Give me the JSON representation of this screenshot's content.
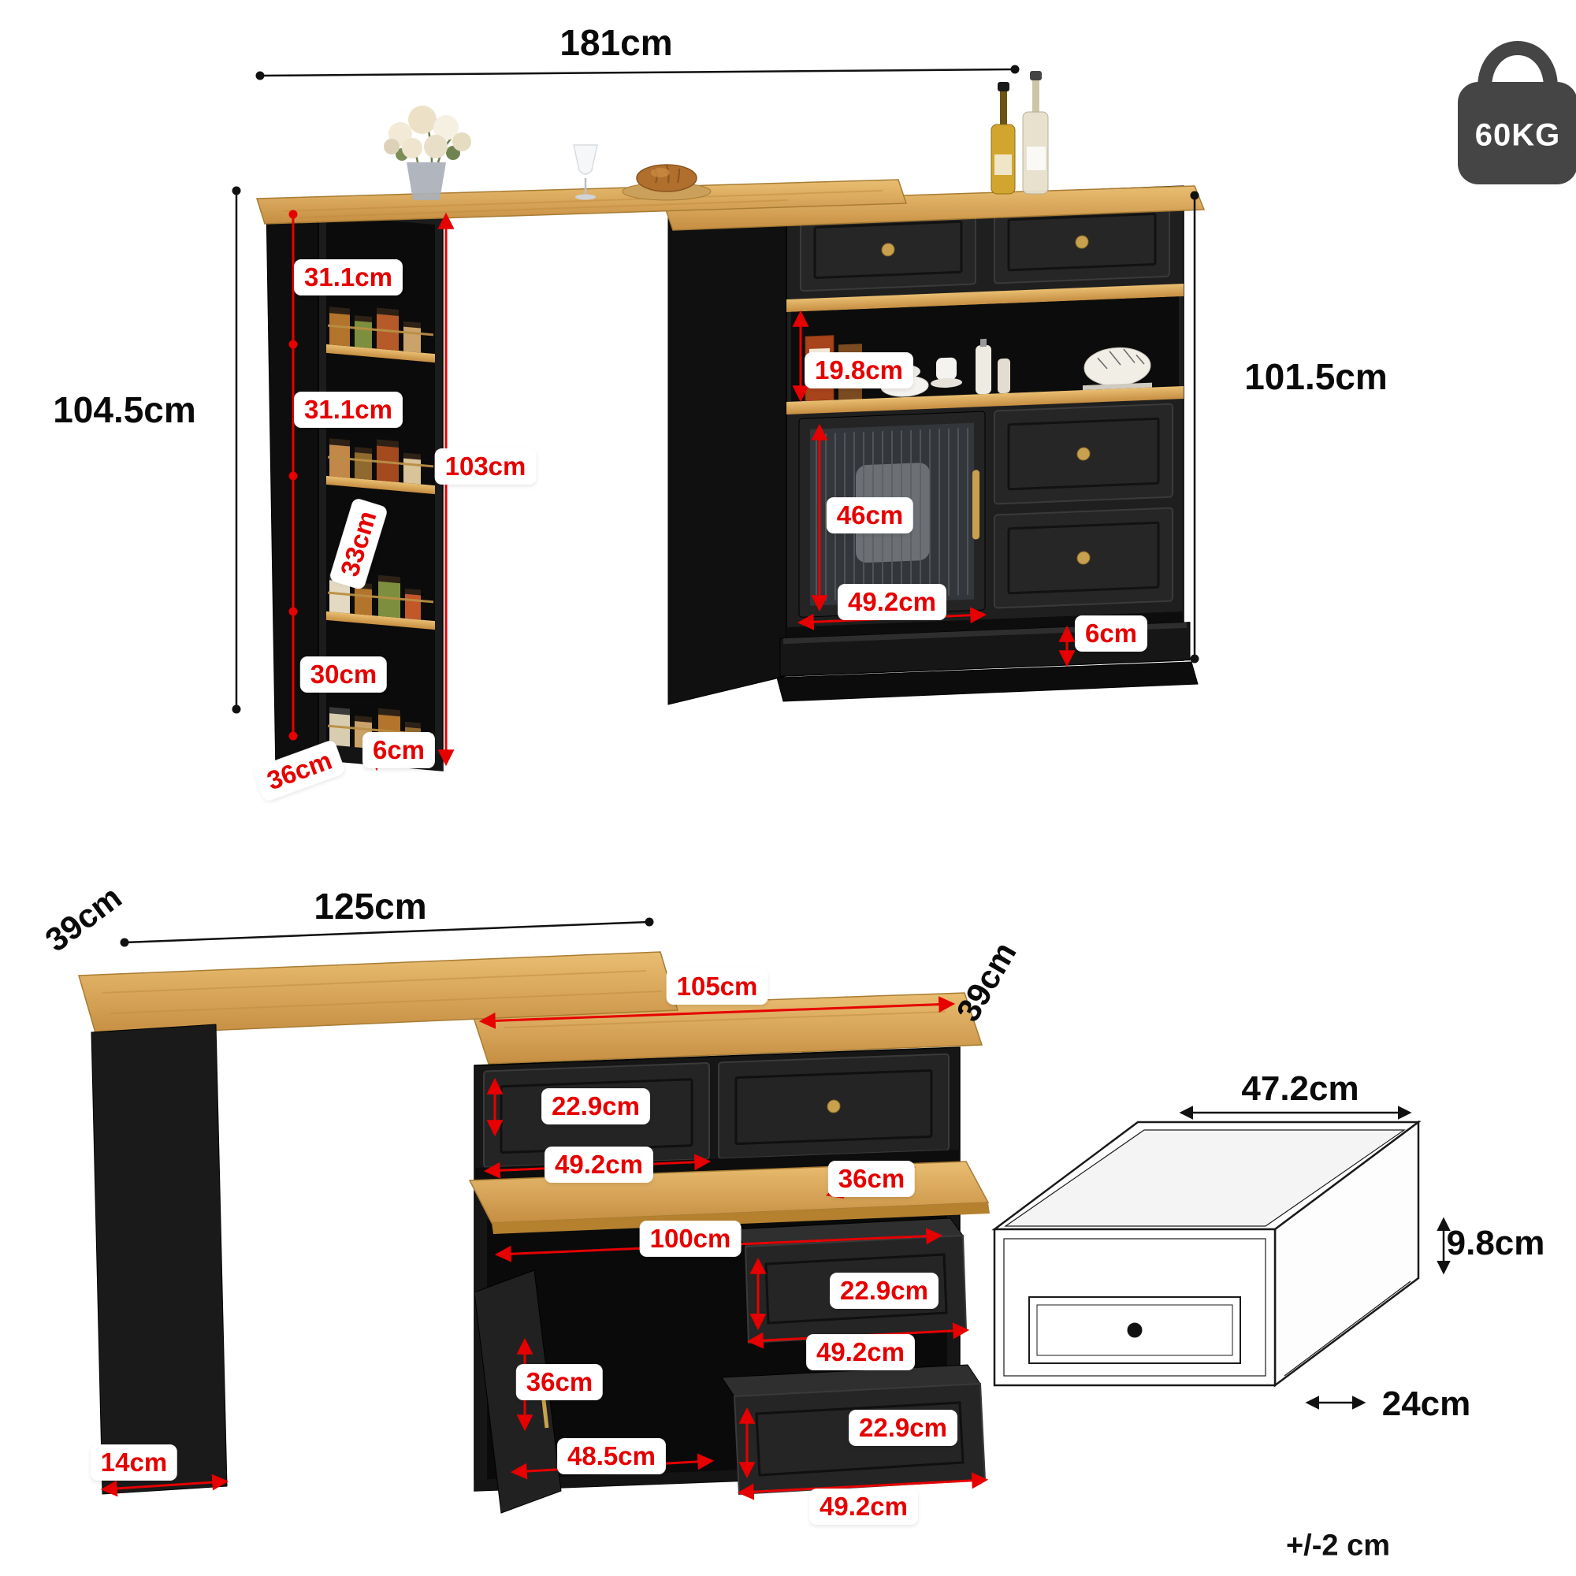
{
  "badge": {
    "weight_capacity": "60KG",
    "icon": "kettlebell-weight-icon"
  },
  "note": {
    "tolerance": "+/-2 cm"
  },
  "colors": {
    "dimension_red": "#e60000",
    "wood": "#d8a757",
    "cabinet_black": "#1c1c1c"
  },
  "front_view": {
    "overall_width": "181cm",
    "left_height": "104.5cm",
    "right_height": "101.5cm",
    "tower": {
      "shelf_gaps": [
        "31.1cm",
        "31.1cm",
        "33cm",
        "30cm"
      ],
      "side_panel_height": "103cm",
      "depth": "36cm",
      "base_height": "6cm"
    },
    "cabinet": {
      "open_shelf_height": "19.8cm",
      "glass_door_height": "46cm",
      "glass_door_width": "49.2cm",
      "base_height": "6cm"
    }
  },
  "plan_view": {
    "table_depth": "39cm",
    "table_length": "125cm",
    "leg_thickness": "14cm",
    "cabinet_top_length": "105cm",
    "cabinet_top_depth": "39cm",
    "inner_shelf_depth": "36cm",
    "cabinet_body_length": "100cm",
    "door_opening_height": "36cm",
    "door_opening_width": "48.5cm",
    "drawers": [
      {
        "height": "22.9cm",
        "width": "49.2cm"
      },
      {
        "height": "22.9cm",
        "width": "49.2cm"
      },
      {
        "height": "22.9cm",
        "width": "49.2cm"
      }
    ]
  },
  "drawer_detail": {
    "width": "47.2cm",
    "height": "9.8cm",
    "depth": "24cm"
  }
}
